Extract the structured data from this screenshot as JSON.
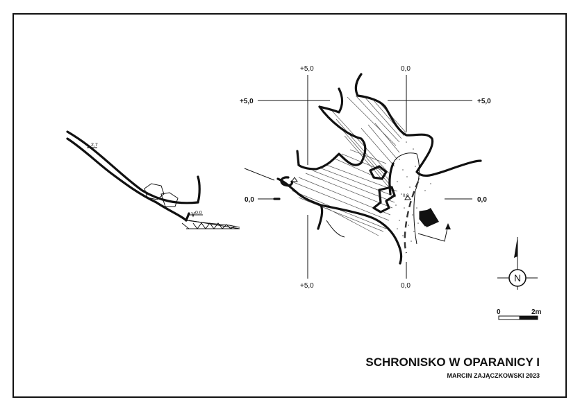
{
  "title": "SCHRONISKO W OPARANICY I",
  "author": "MARCIN ZAJĄCZKOWSKI 2023",
  "profile_labels": {
    "upper": "2,7",
    "entrance": "0,0"
  },
  "plan_labels": {
    "top_left": "+5,0",
    "top_right": "0,0",
    "left_upper": "+5,0",
    "right_upper": "+5,0",
    "left_middle": "0,0",
    "right_middle": "0,0",
    "bottom_left": "+5,0",
    "bottom_right": "0,0",
    "inner_point": "0,0"
  },
  "north_arrow": {
    "letter": "N"
  },
  "scale_bar": {
    "start": "0",
    "end": "2m"
  }
}
